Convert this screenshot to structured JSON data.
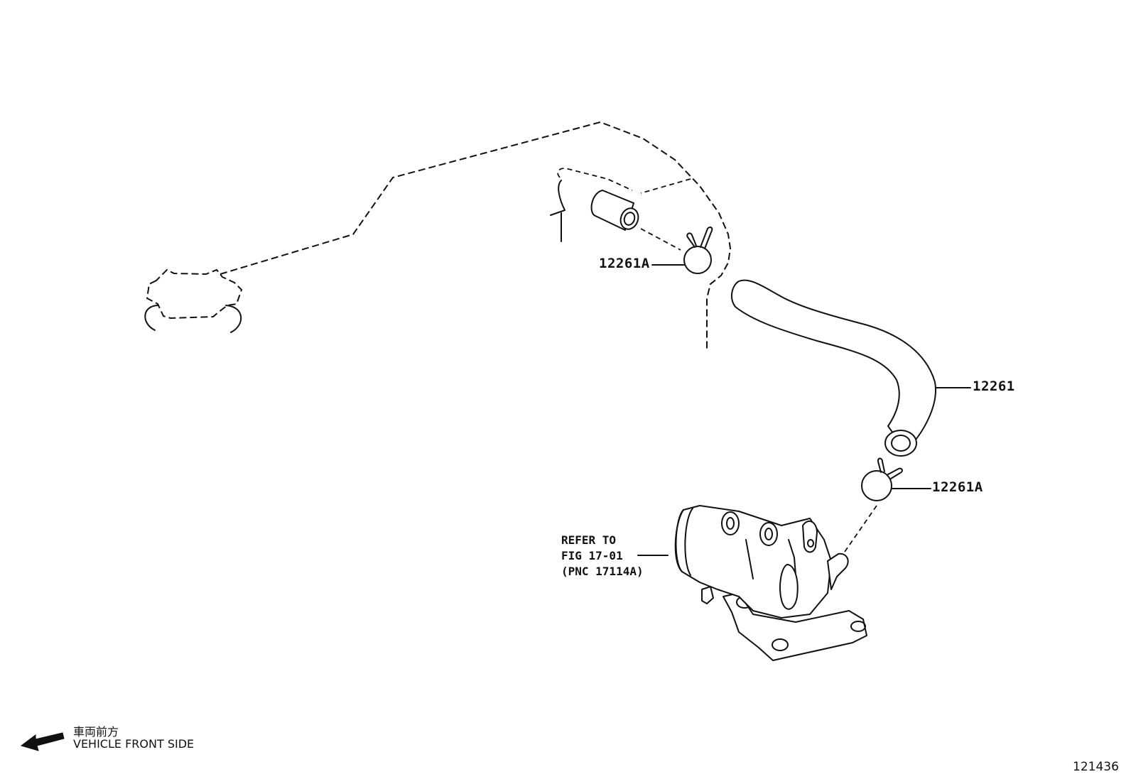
{
  "callouts": {
    "clamp_upper": "12261A",
    "hose": "12261",
    "clamp_lower": "12261A"
  },
  "refer_note": {
    "line1": "REFER TO",
    "line2": "FIG 17-01",
    "line3": "(PNC 17114A)"
  },
  "legend": {
    "japanese": "車両前方",
    "english": "VEHICLE FRONT SIDE",
    "arrow_icon": "arrow-left-icon"
  },
  "figure_number": "121436"
}
